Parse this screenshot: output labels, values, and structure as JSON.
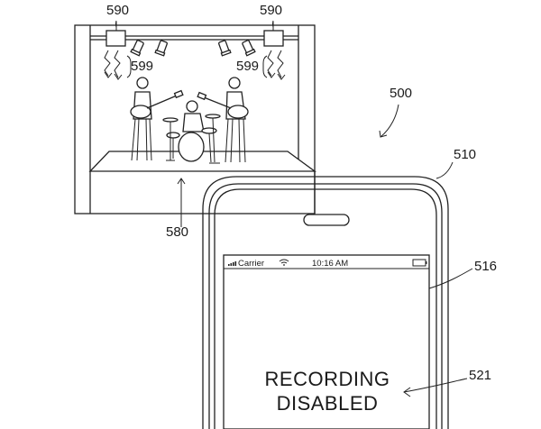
{
  "refs": {
    "fig": "500",
    "device": "510",
    "screen": "516",
    "message_ref": "521",
    "stage": "580",
    "light_left": "590",
    "light_right": "590",
    "emit_left": "599",
    "emit_right": "599"
  },
  "status_bar": {
    "carrier": "Carrier",
    "time": "10:16 AM"
  },
  "screen_message": {
    "line1": "RECORDING",
    "line2": "DISABLED"
  }
}
